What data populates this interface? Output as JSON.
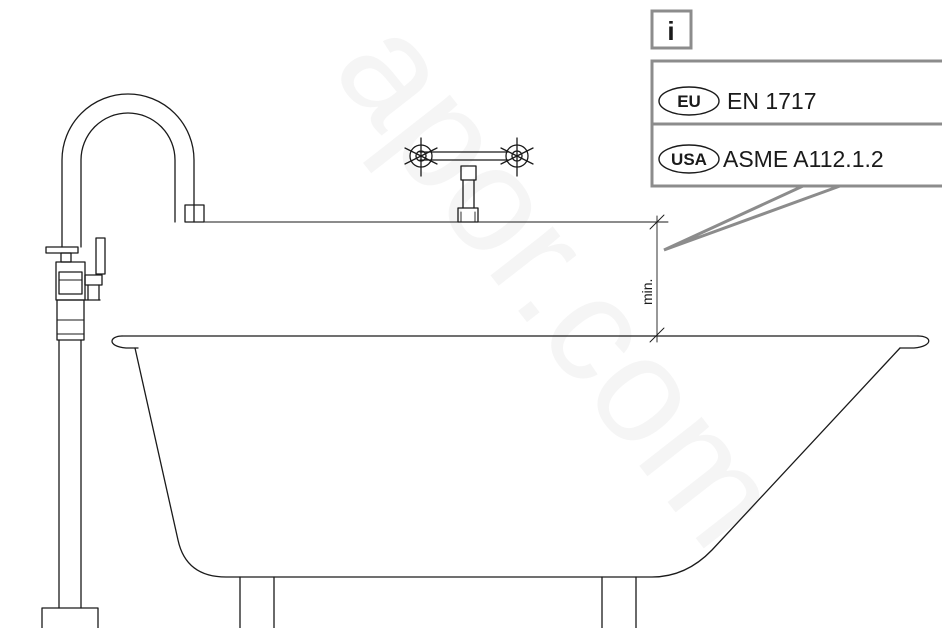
{
  "info_box": {
    "icon_letter": "i",
    "standards": [
      {
        "region": "EU",
        "standard": "EN 1717"
      },
      {
        "region": "USA",
        "standard": "ASME A112.1.2"
      }
    ]
  },
  "dimension": {
    "label": "min."
  },
  "watermark": {
    "text": "apor.com"
  },
  "colors": {
    "line": "#1a1a1a",
    "callout_frame": "#8c8c8c",
    "background": "#ffffff"
  }
}
